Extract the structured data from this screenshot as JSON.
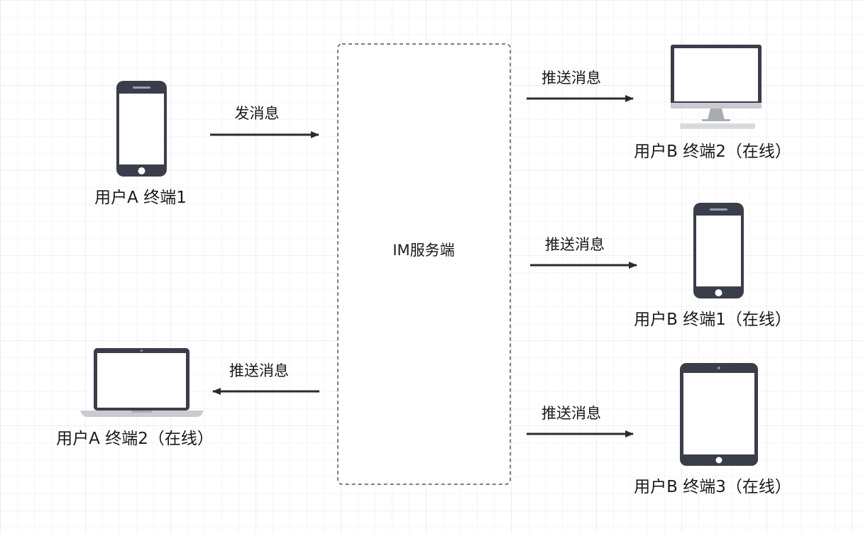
{
  "server": {
    "label": "IM服务端"
  },
  "devices": {
    "user_a_terminal1": {
      "label": "用户A 终端1",
      "icon": "smartphone-icon"
    },
    "user_a_terminal2": {
      "label": "用户A 终端2（在线）",
      "icon": "laptop-icon"
    },
    "user_b_terminal2": {
      "label": "用户B 终端2（在线）",
      "icon": "desktop-monitor-icon"
    },
    "user_b_terminal1": {
      "label": "用户B 终端1（在线）",
      "icon": "smartphone-icon"
    },
    "user_b_terminal3": {
      "label": "用户B 终端3（在线）",
      "icon": "tablet-icon"
    }
  },
  "edges": {
    "send": {
      "label": "发消息",
      "direction": "user_a_terminal1 -> server"
    },
    "push_a2": {
      "label": "推送消息",
      "direction": "server -> user_a_terminal2"
    },
    "push_b2": {
      "label": "推送消息",
      "direction": "server -> user_b_terminal2"
    },
    "push_b1": {
      "label": "推送消息",
      "direction": "server -> user_b_terminal1"
    },
    "push_b3": {
      "label": "推送消息",
      "direction": "server -> user_b_terminal3"
    }
  },
  "colors": {
    "grid": "#e3e3e3",
    "device_dark": "#3a3d4a",
    "arrow": "#2b2b2b",
    "dash_border": "#555555"
  }
}
